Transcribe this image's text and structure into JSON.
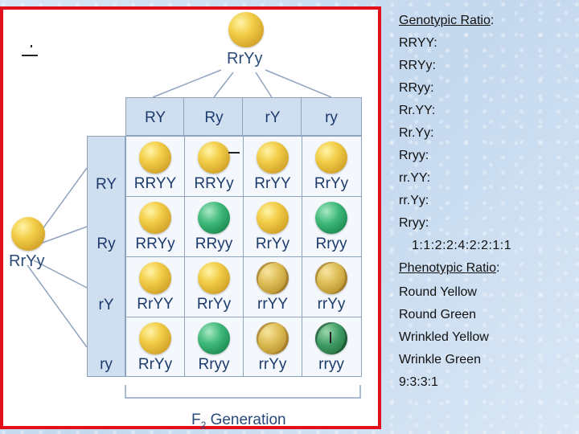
{
  "punnett": {
    "parent_top": "RrYy",
    "parent_left": "RrYy",
    "col_headers": [
      "RY",
      "Ry",
      "rY",
      "ry"
    ],
    "row_headers": [
      "RY",
      "Ry",
      "rY",
      "ry"
    ],
    "cells": [
      [
        "RRYY",
        "RRYy",
        "RrYY",
        "RrYy"
      ],
      [
        "RRYy",
        "RRyy",
        "RrYy",
        "Rryy"
      ],
      [
        "RrYY",
        "RrYy",
        "rrYY",
        "rrYy"
      ],
      [
        "RrYy",
        "Rryy",
        "rrYy",
        "rryy"
      ]
    ],
    "phenotypes": [
      [
        "yellow",
        "yellow",
        "yellow",
        "yellow"
      ],
      [
        "yellow",
        "green",
        "yellow",
        "green"
      ],
      [
        "yellow",
        "yellow",
        "wrinkled-yellow",
        "wrinkled-yellow"
      ],
      [
        "yellow",
        "green",
        "wrinkled-yellow",
        "wrinkled-green"
      ]
    ],
    "generation_prefix": "F",
    "generation_sub": "2",
    "generation_suffix": " Generation"
  },
  "ratios": {
    "genotypic_heading": "Genotypic Ratio",
    "genotypic_colon": ":",
    "genotypes": [
      "RRYY:",
      "RRYy:",
      "RRyy:",
      "Rr.YY:",
      "Rr.Yy:",
      "Rryy:",
      "rr.YY:",
      "rr.Yy:",
      "Rryy:"
    ],
    "genotypic_value": "1:1:2:2:4:2:2:1:1",
    "phenotypic_heading": "Phenotypic Ratio",
    "phenotypic_colon": ":",
    "phenotypes": [
      "Round Yellow",
      "Round Green",
      "Wrinkled Yellow",
      "Wrinkle Green"
    ],
    "phenotypic_value": "9:3:3:1"
  }
}
